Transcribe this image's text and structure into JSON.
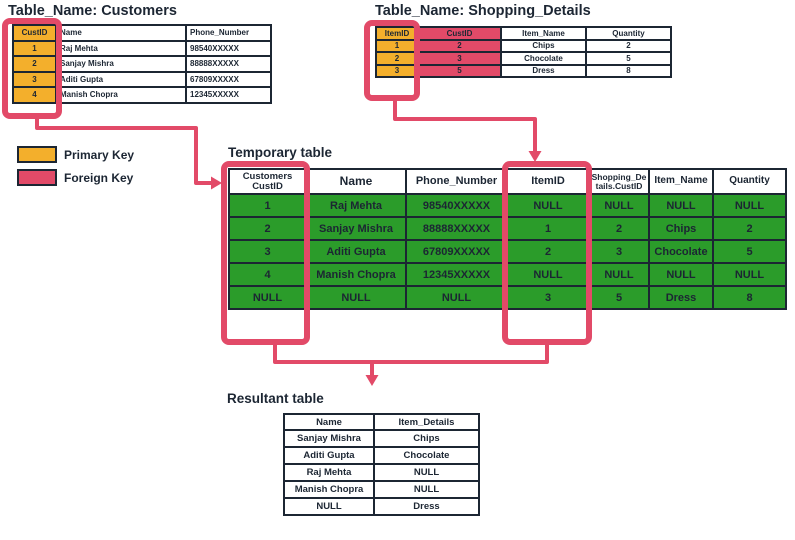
{
  "diagram": {
    "colors": {
      "primary_key": "#F3AF2C",
      "foreign_key": "#E24A68",
      "joined_cell_green": "#2B9C2A",
      "border_navy": "#1c2633"
    },
    "legend": {
      "primary_label": "Primary Key",
      "foreign_label": "Foreign Key"
    },
    "customers": {
      "title": "Table_Name: Customers",
      "headers": [
        "CustID",
        "Name",
        "Phone_Number"
      ],
      "rows": [
        [
          "1",
          "Raj Mehta",
          "98540XXXXX"
        ],
        [
          "2",
          "Sanjay Mishra",
          "88888XXXXX"
        ],
        [
          "3",
          "Aditi Gupta",
          "67809XXXXX"
        ],
        [
          "4",
          "Manish Chopra",
          "12345XXXXX"
        ]
      ]
    },
    "shopping": {
      "title": "Table_Name: Shopping_Details",
      "headers": [
        "ItemID",
        "CustID",
        "Item_Name",
        "Quantity"
      ],
      "rows": [
        [
          "1",
          "2",
          "Chips",
          "2"
        ],
        [
          "2",
          "3",
          "Chocolate",
          "5"
        ],
        [
          "3",
          "5",
          "Dress",
          "8"
        ]
      ]
    },
    "temporary": {
      "title": "Temporary table",
      "headers": [
        "Customers CustID",
        "Name",
        "Phone_Number",
        "ItemID",
        "Shopping_Details.CustID",
        "Item_Name",
        "Quantity"
      ],
      "rows": [
        [
          "1",
          "Raj Mehta",
          "98540XXXXX",
          "NULL",
          "NULL",
          "NULL",
          "NULL"
        ],
        [
          "2",
          "Sanjay Mishra",
          "88888XXXXX",
          "1",
          "2",
          "Chips",
          "2"
        ],
        [
          "3",
          "Aditi Gupta",
          "67809XXXXX",
          "2",
          "3",
          "Chocolate",
          "5"
        ],
        [
          "4",
          "Manish Chopra",
          "12345XXXXX",
          "NULL",
          "NULL",
          "NULL",
          "NULL"
        ],
        [
          "NULL",
          "NULL",
          "NULL",
          "3",
          "5",
          "Dress",
          "8"
        ]
      ]
    },
    "resultant": {
      "title": "Resultant table",
      "headers": [
        "Name",
        "Item_Details"
      ],
      "rows": [
        [
          "Sanjay Mishra",
          "Chips"
        ],
        [
          "Aditi Gupta",
          "Chocolate"
        ],
        [
          "Raj Mehta",
          "NULL"
        ],
        [
          "Manish Chopra",
          "NULL"
        ],
        [
          "NULL",
          "Dress"
        ]
      ]
    }
  }
}
